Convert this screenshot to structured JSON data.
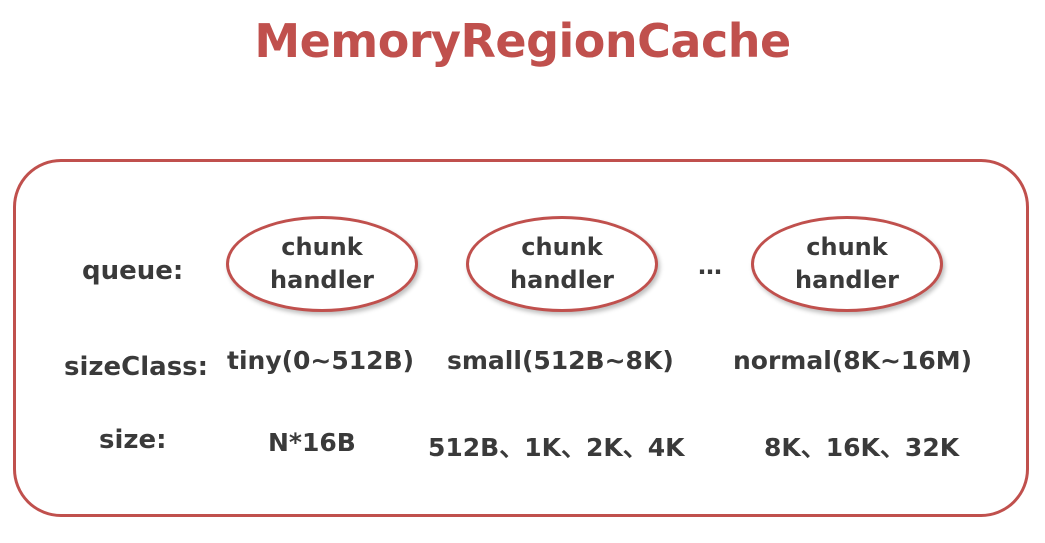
{
  "title": "MemoryRegionCache",
  "labels": {
    "queue": "queue:",
    "sizeClass": "sizeClass:",
    "size": "size:"
  },
  "handlers": [
    {
      "line1": "chunk",
      "line2": "handler"
    },
    {
      "line1": "chunk",
      "line2": "handler"
    },
    {
      "line1": "chunk",
      "line2": "handler"
    }
  ],
  "ellipsis": "…",
  "sizeClasses": [
    "tiny(0~512B)",
    "small(512B~8K)",
    "normal(8K~16M)"
  ],
  "sizes": [
    "N*16B",
    "512B、1K、2K、4K",
    "8K、16K、32K"
  ],
  "colors": {
    "accent": "#c0504d",
    "text": "#3a3a3a"
  }
}
